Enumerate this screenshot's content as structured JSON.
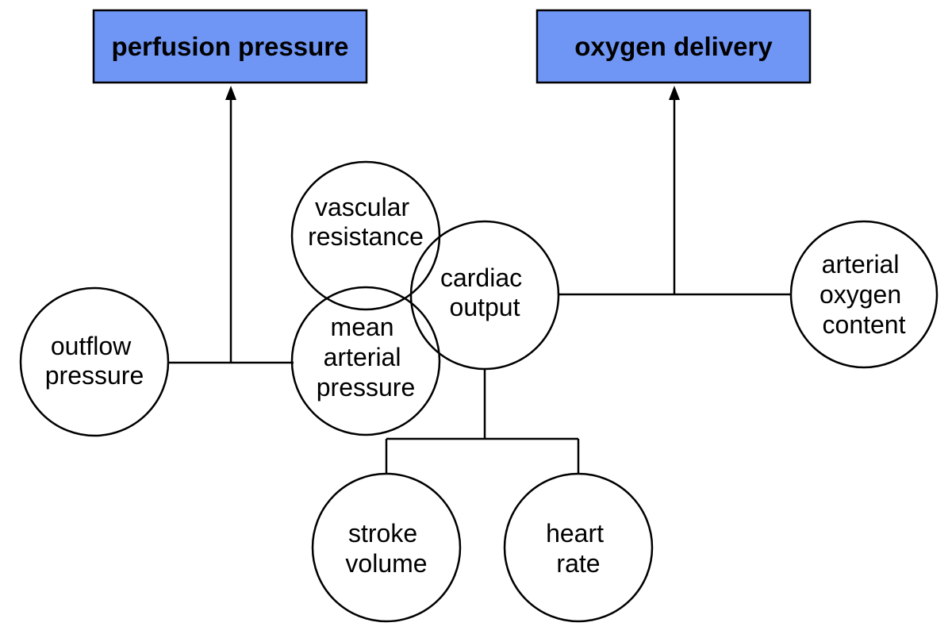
{
  "boxes": {
    "perfusion_pressure": "perfusion pressure",
    "oxygen_delivery": "oxygen delivery"
  },
  "nodes": {
    "outflow_pressure": [
      "outflow",
      "pressure"
    ],
    "vascular_resistance": [
      "vascular",
      "resistance"
    ],
    "mean_arterial_pressure": [
      "mean",
      "arterial",
      "pressure"
    ],
    "cardiac_output": [
      "cardiac",
      "output"
    ],
    "arterial_oxygen_content": [
      "arterial",
      "oxygen",
      "content"
    ],
    "stroke_volume": [
      "stroke",
      "volume"
    ],
    "heart_rate": [
      "heart",
      "rate"
    ]
  },
  "colors": {
    "box_fill": "#6f96f5",
    "stroke": "#000000"
  }
}
